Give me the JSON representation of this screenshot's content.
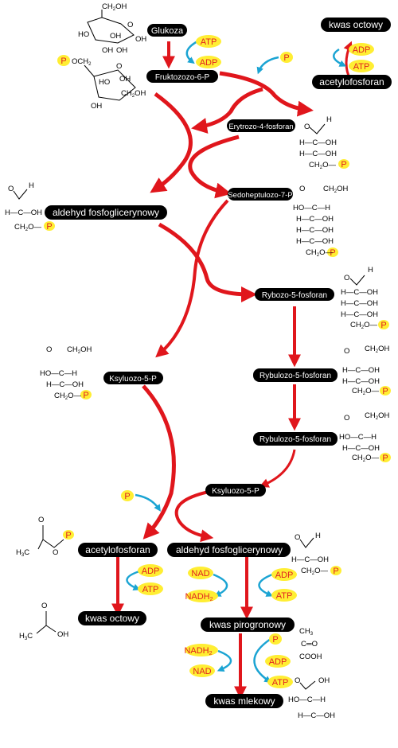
{
  "colors": {
    "node_bg": "#000000",
    "node_text": "#ffffff",
    "main_arrow": "#e0161c",
    "cofactor_arrow": "#1ba4d3",
    "tag_bg": "#ffee33",
    "tag_text": "#e02020"
  },
  "nodes": {
    "glukoza": "Glukoza",
    "fruktozo6p": "Fruktozozo-6-P",
    "kwas_octowy_top": "kwas octowy",
    "acetylofosforan_top": "acetylofosforan",
    "erytrozo4p": "Erytrozo-4-fosforan",
    "sedoheptulozo7p": "Sedoheptulozo-7-P",
    "aldehyd_left": "aldehyd fosfoglicerynowy",
    "rybozo5p": "Rybozo-5-fosforan",
    "ksyluozo5p_mid": "Ksyluozo-5-P",
    "rybulozo5p_a": "Rybulozo-5-fosforan",
    "rybulozo5p_b": "Rybulozo-5-fosforan",
    "ksyluozo5p_low": "Ksyluozo-5-P",
    "acetylofosforan_low": "acetylofosforan",
    "aldehyd_low": "aldehyd fosfoglicerynowy",
    "kwas_octowy_low": "kwas octowy",
    "kwas_pirogronowy": "kwas pirogronowy",
    "kwas_mlekowy": "kwas mlekowy"
  },
  "cofactors": {
    "atp": "ATP",
    "adp": "ADP",
    "p": "P",
    "nad": "NAD",
    "nadh": "NADH",
    "nadh_sub": "2"
  },
  "chem": {
    "ch2oh": "CH",
    "ch2oh_sub": "2",
    "ch2oh_end": "OH",
    "oh": "OH",
    "ho": "HO",
    "h": "H",
    "c": "C",
    "o": "O",
    "och2": "OCH",
    "och2_sub": "2",
    "h_c_oh": "H—C—OH",
    "ho_c_h": "HO—C—H",
    "ch2o": "CH",
    "ch2o_sub": "2",
    "ch2o_end": "O—",
    "ch3": "CH",
    "ch3_sub": "3",
    "h3c": "H",
    "h3c_sub": "3",
    "h3c_end": "C",
    "c_eq_o": "C═O",
    "cooh": "COOH"
  }
}
